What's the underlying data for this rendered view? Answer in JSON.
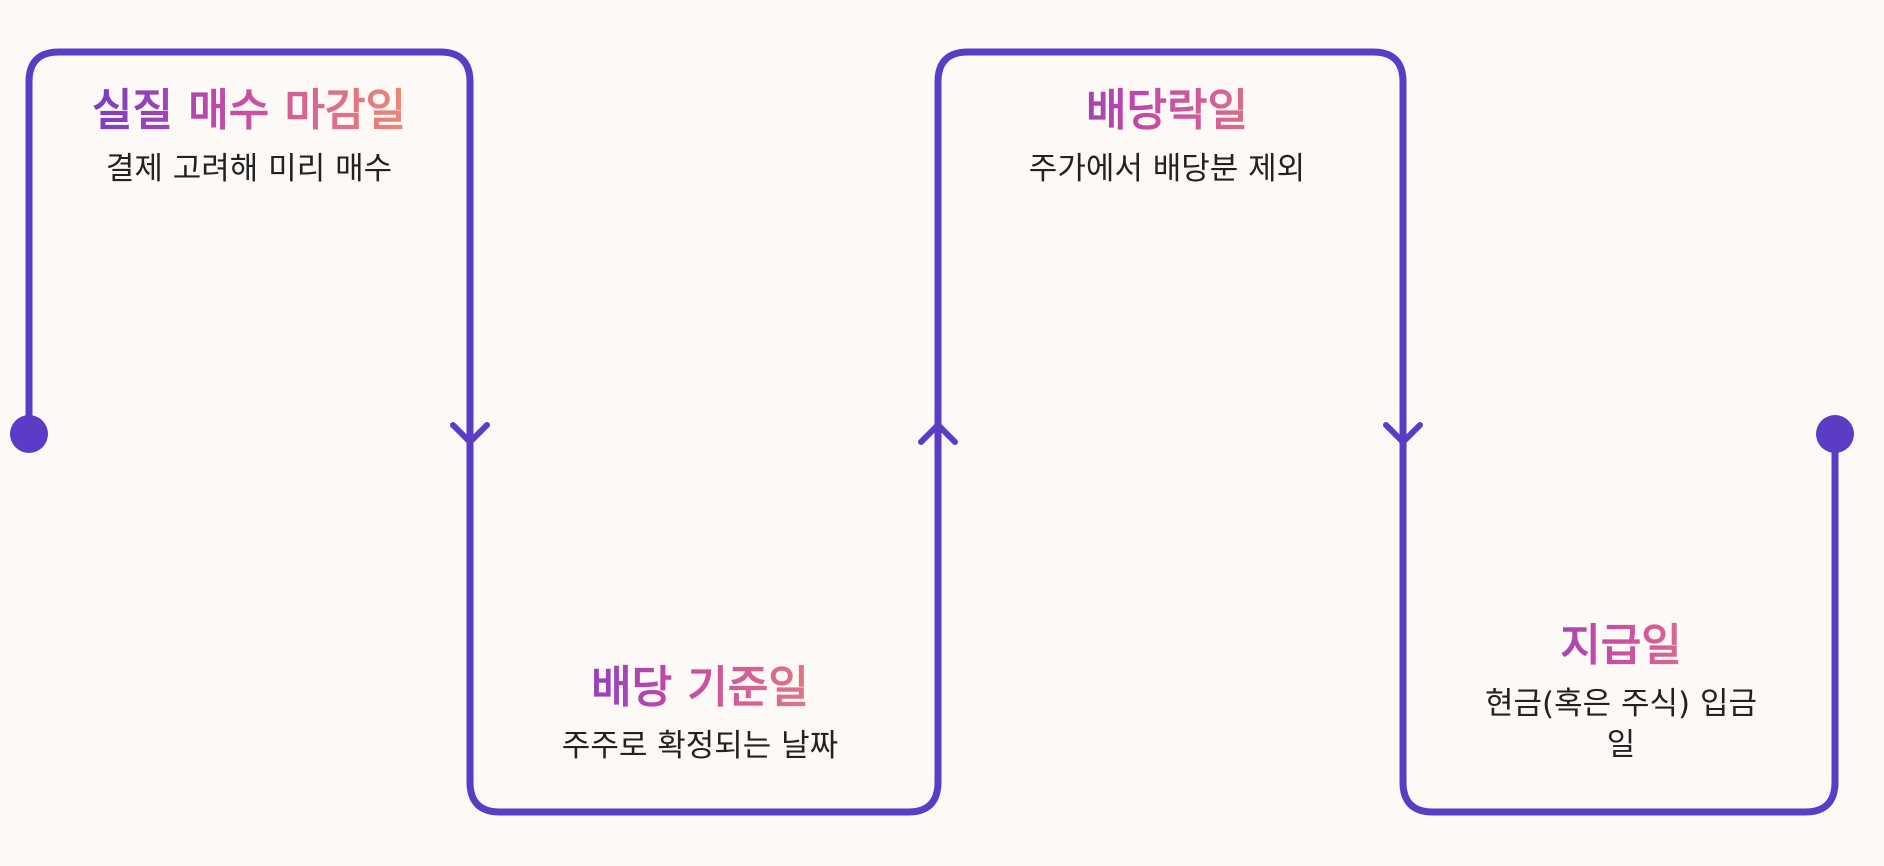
{
  "colors": {
    "line": "#5b3cc4",
    "background": "#fdf9f7",
    "gradient": [
      "#6a3cc8",
      "#c64aa6",
      "#f0906e"
    ],
    "desc_text": "#222222"
  },
  "steps": [
    {
      "title": "실질 매수 마감일",
      "desc": "결제 고려해 미리 매수"
    },
    {
      "title": "배당 기준일",
      "desc": "주주로 확정되는 날짜"
    },
    {
      "title": "배당락일",
      "desc": "주가에서 배당분 제외"
    },
    {
      "title": "지급일",
      "desc": "현금(혹은 주식) 입금일"
    }
  ]
}
